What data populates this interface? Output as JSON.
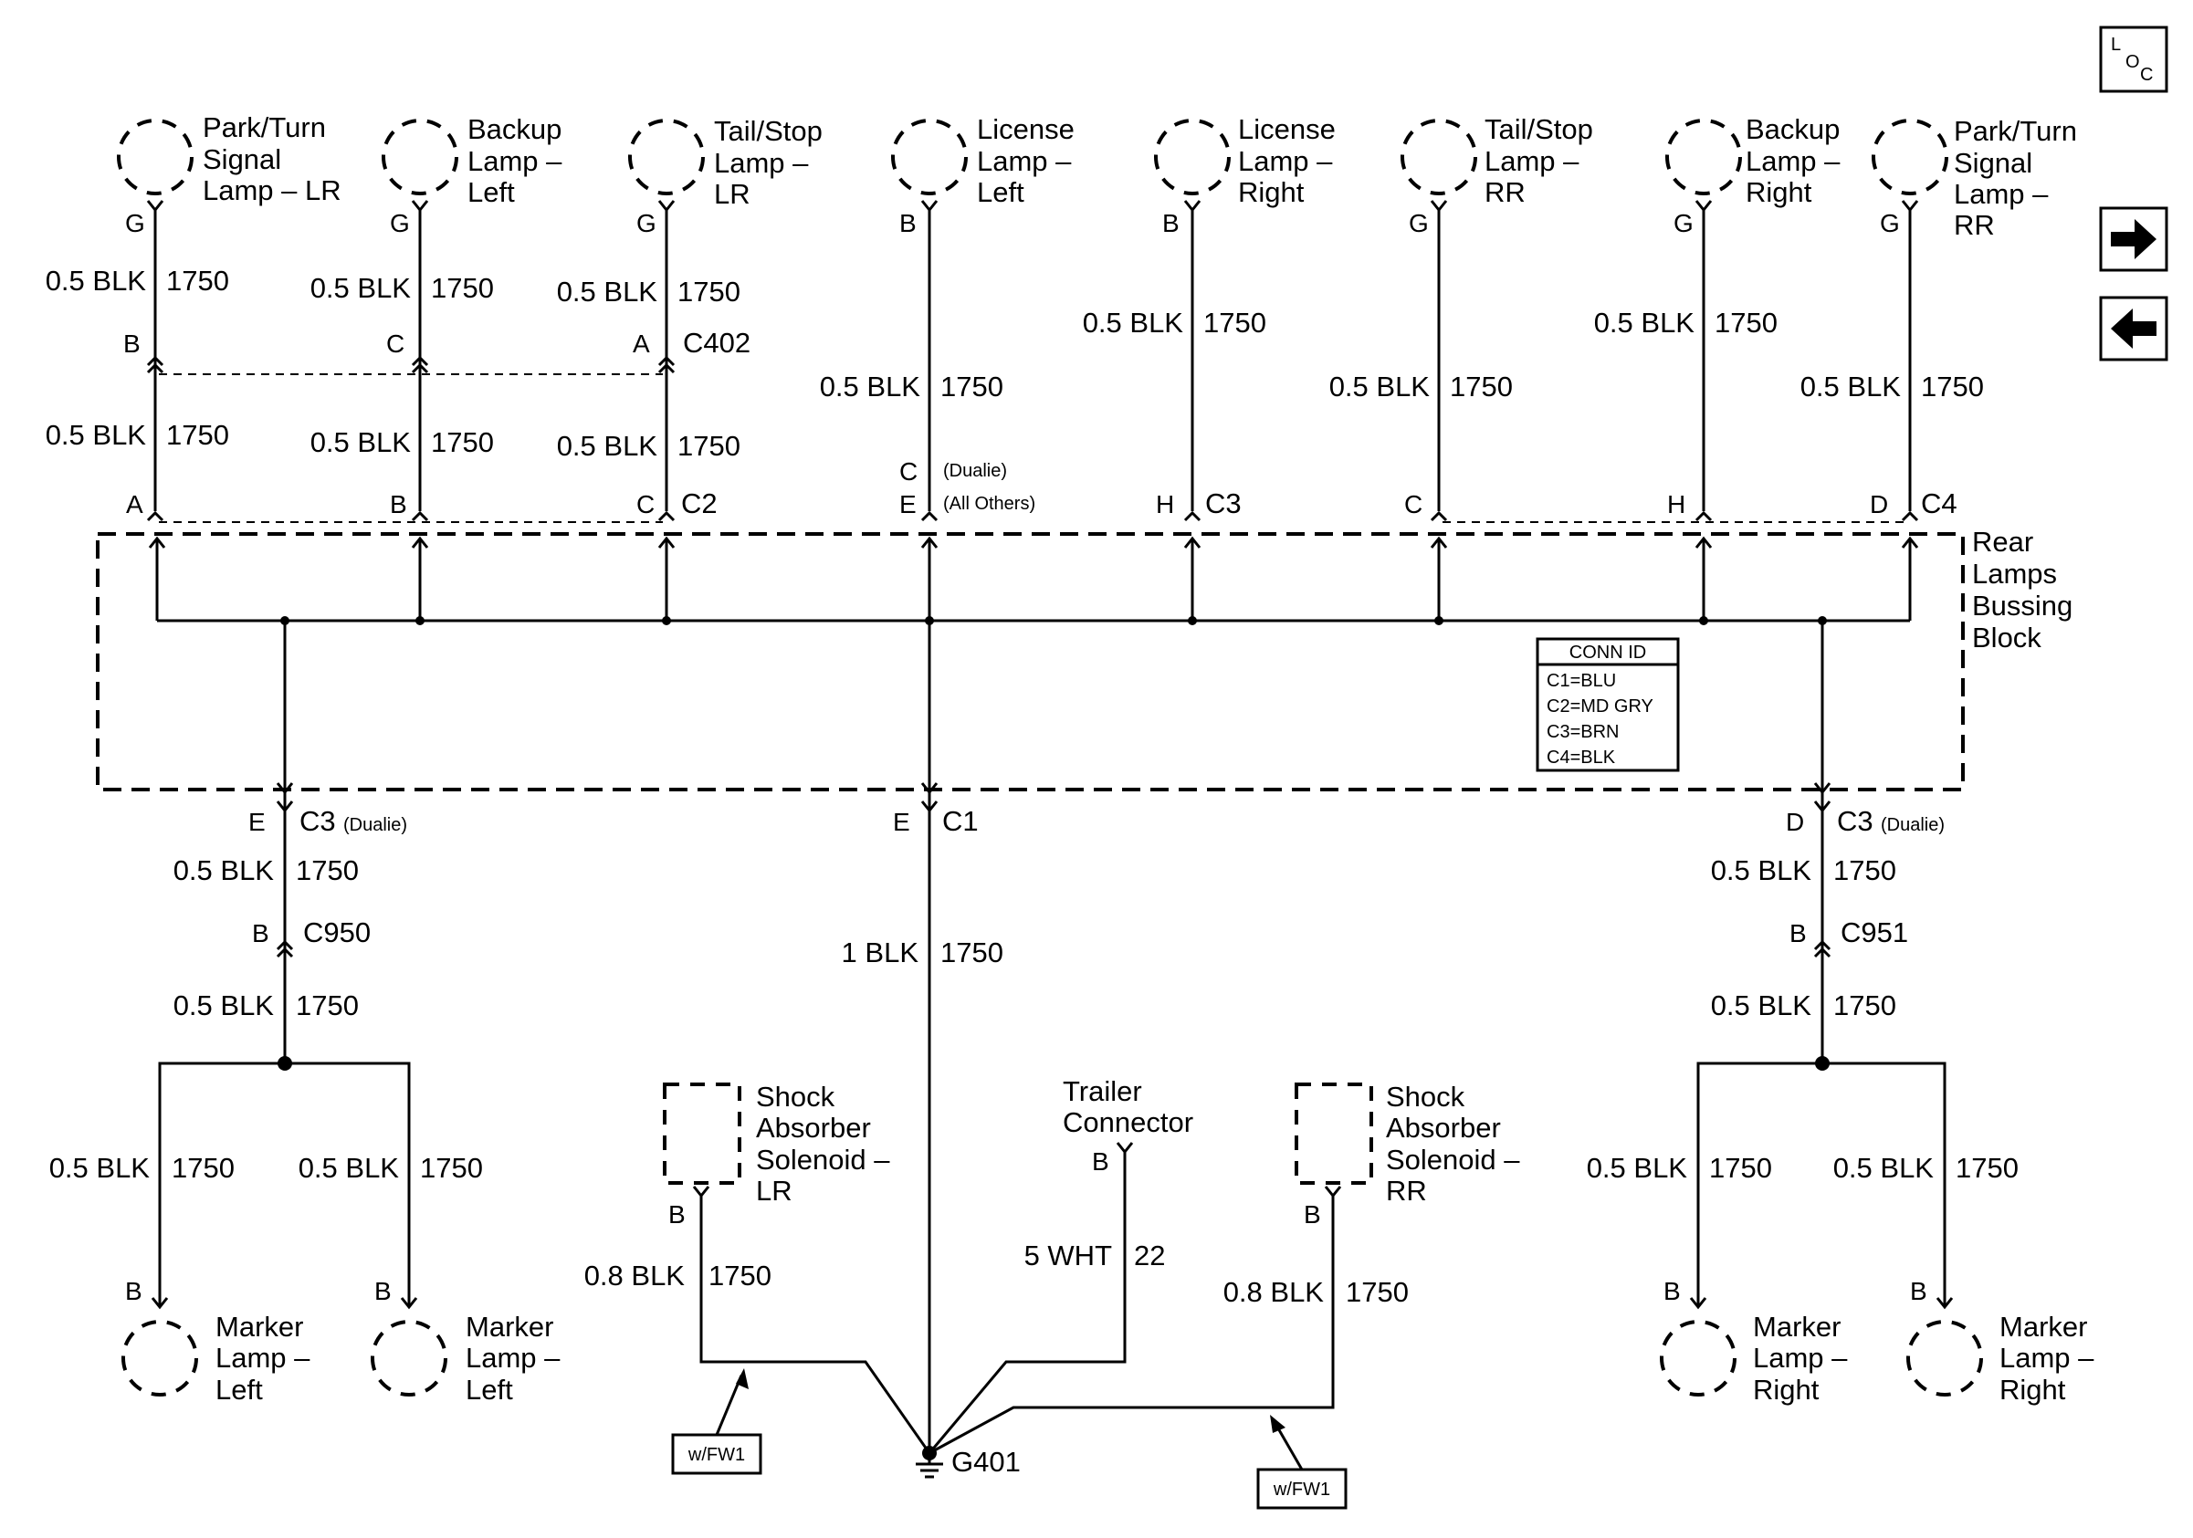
{
  "nav": {
    "loc_main": "L",
    "loc_o": "O",
    "loc_c": "C",
    "forward_icon": "arrow-right",
    "back_icon": "arrow-left"
  },
  "lamps_top": [
    {
      "l1": "Park/Turn",
      "l2": "Signal",
      "l3": "Lamp – LR",
      "pin": "G",
      "wire": "0.5 BLK",
      "circuit": "1750"
    },
    {
      "l1": "Backup",
      "l2": "Lamp –",
      "l3": "Left",
      "pin": "G",
      "wire": "0.5 BLK",
      "circuit": "1750"
    },
    {
      "l1": "Tail/Stop",
      "l2": "Lamp –",
      "l3": "LR",
      "pin": "G",
      "wire": "0.5 BLK",
      "circuit": "1750"
    },
    {
      "l1": "License",
      "l2": "Lamp –",
      "l3": "Left",
      "pin": "B",
      "wire": "0.5 BLK",
      "circuit": "1750"
    },
    {
      "l1": "License",
      "l2": "Lamp –",
      "l3": "Right",
      "pin": "B",
      "wire": "0.5 BLK",
      "circuit": "1750"
    },
    {
      "l1": "Tail/Stop",
      "l2": "Lamp –",
      "l3": "RR",
      "pin": "G",
      "wire": "0.5 BLK",
      "circuit": "1750"
    },
    {
      "l1": "Backup",
      "l2": "Lamp –",
      "l3": "Right",
      "pin": "G",
      "wire": "0.5 BLK",
      "circuit": "1750"
    },
    {
      "l1": "Park/Turn",
      "l2": "Signal",
      "l3": "Lamp –",
      "l4": "RR",
      "pin": "G",
      "wire": "0.5 BLK",
      "circuit": "1750"
    }
  ],
  "c402": {
    "name": "C402",
    "pins": [
      "B",
      "C",
      "A"
    ],
    "lower_wires": [
      {
        "wire": "0.5 BLK",
        "circuit": "1750"
      },
      {
        "wire": "0.5 BLK",
        "circuit": "1750"
      },
      {
        "wire": "0.5 BLK",
        "circuit": "1750"
      }
    ]
  },
  "block_pins": {
    "c2": {
      "name": "C2",
      "pins": [
        "A",
        "B",
        "C"
      ]
    },
    "license_left": {
      "pin_dually": "C",
      "note_dually": "(Dualie)",
      "pin_others": "E",
      "note_others": "(All Others)"
    },
    "c3": {
      "name": "C3",
      "pin": "H"
    },
    "c4": {
      "name": "C4",
      "pins": [
        "C",
        "H",
        "D"
      ]
    }
  },
  "block": {
    "label": [
      "Rear",
      "Lamps",
      "Bussing",
      "Block"
    ],
    "conn_id": {
      "title": "CONN ID",
      "rows": [
        "C1=BLU",
        "C2=MD GRY",
        "C3=BRN",
        "C4=BLK"
      ]
    }
  },
  "bottom_left": {
    "pin": "E",
    "conn": "C3",
    "note": "(Dualie)",
    "wire1": "0.5 BLK",
    "circuit1": "1750",
    "c950_pin": "B",
    "c950": "C950",
    "wire2": "0.5 BLK",
    "circuit2": "1750",
    "branch_wires": [
      {
        "wire": "0.5 BLK",
        "circuit": "1750"
      },
      {
        "wire": "0.5 BLK",
        "circuit": "1750"
      }
    ],
    "lamps": [
      {
        "pin": "B",
        "l1": "Marker",
        "l2": "Lamp –",
        "l3": "Left"
      },
      {
        "pin": "B",
        "l1": "Marker",
        "l2": "Lamp –",
        "l3": "Left"
      }
    ]
  },
  "bottom_center": {
    "pin": "E",
    "conn": "C1",
    "wire": "1 BLK",
    "circuit": "1750",
    "ground": "G401",
    "shock_lr": {
      "l1": "Shock",
      "l2": "Absorber",
      "l3": "Solenoid –",
      "l4": "LR",
      "pin": "B",
      "wire": "0.8 BLK",
      "circuit": "1750"
    },
    "trailer": {
      "l1": "Trailer",
      "l2": "Connector",
      "pin": "B",
      "wire": "5 WHT",
      "circuit": "22"
    },
    "shock_rr": {
      "l1": "Shock",
      "l2": "Absorber",
      "l3": "Solenoid –",
      "l4": "RR",
      "pin": "B",
      "wire": "0.8 BLK",
      "circuit": "1750"
    },
    "option_tags": [
      "w/FW1",
      "w/FW1"
    ]
  },
  "bottom_right": {
    "pin": "D",
    "conn": "C3",
    "note": "(Dualie)",
    "wire1": "0.5 BLK",
    "circuit1": "1750",
    "c951_pin": "B",
    "c951": "C951",
    "wire2": "0.5 BLK",
    "circuit2": "1750",
    "branch_wires": [
      {
        "wire": "0.5 BLK",
        "circuit": "1750"
      },
      {
        "wire": "0.5 BLK",
        "circuit": "1750"
      }
    ],
    "lamps": [
      {
        "pin": "B",
        "l1": "Marker",
        "l2": "Lamp –",
        "l3": "Right"
      },
      {
        "pin": "B",
        "l1": "Marker",
        "l2": "Lamp –",
        "l3": "Right"
      }
    ]
  }
}
